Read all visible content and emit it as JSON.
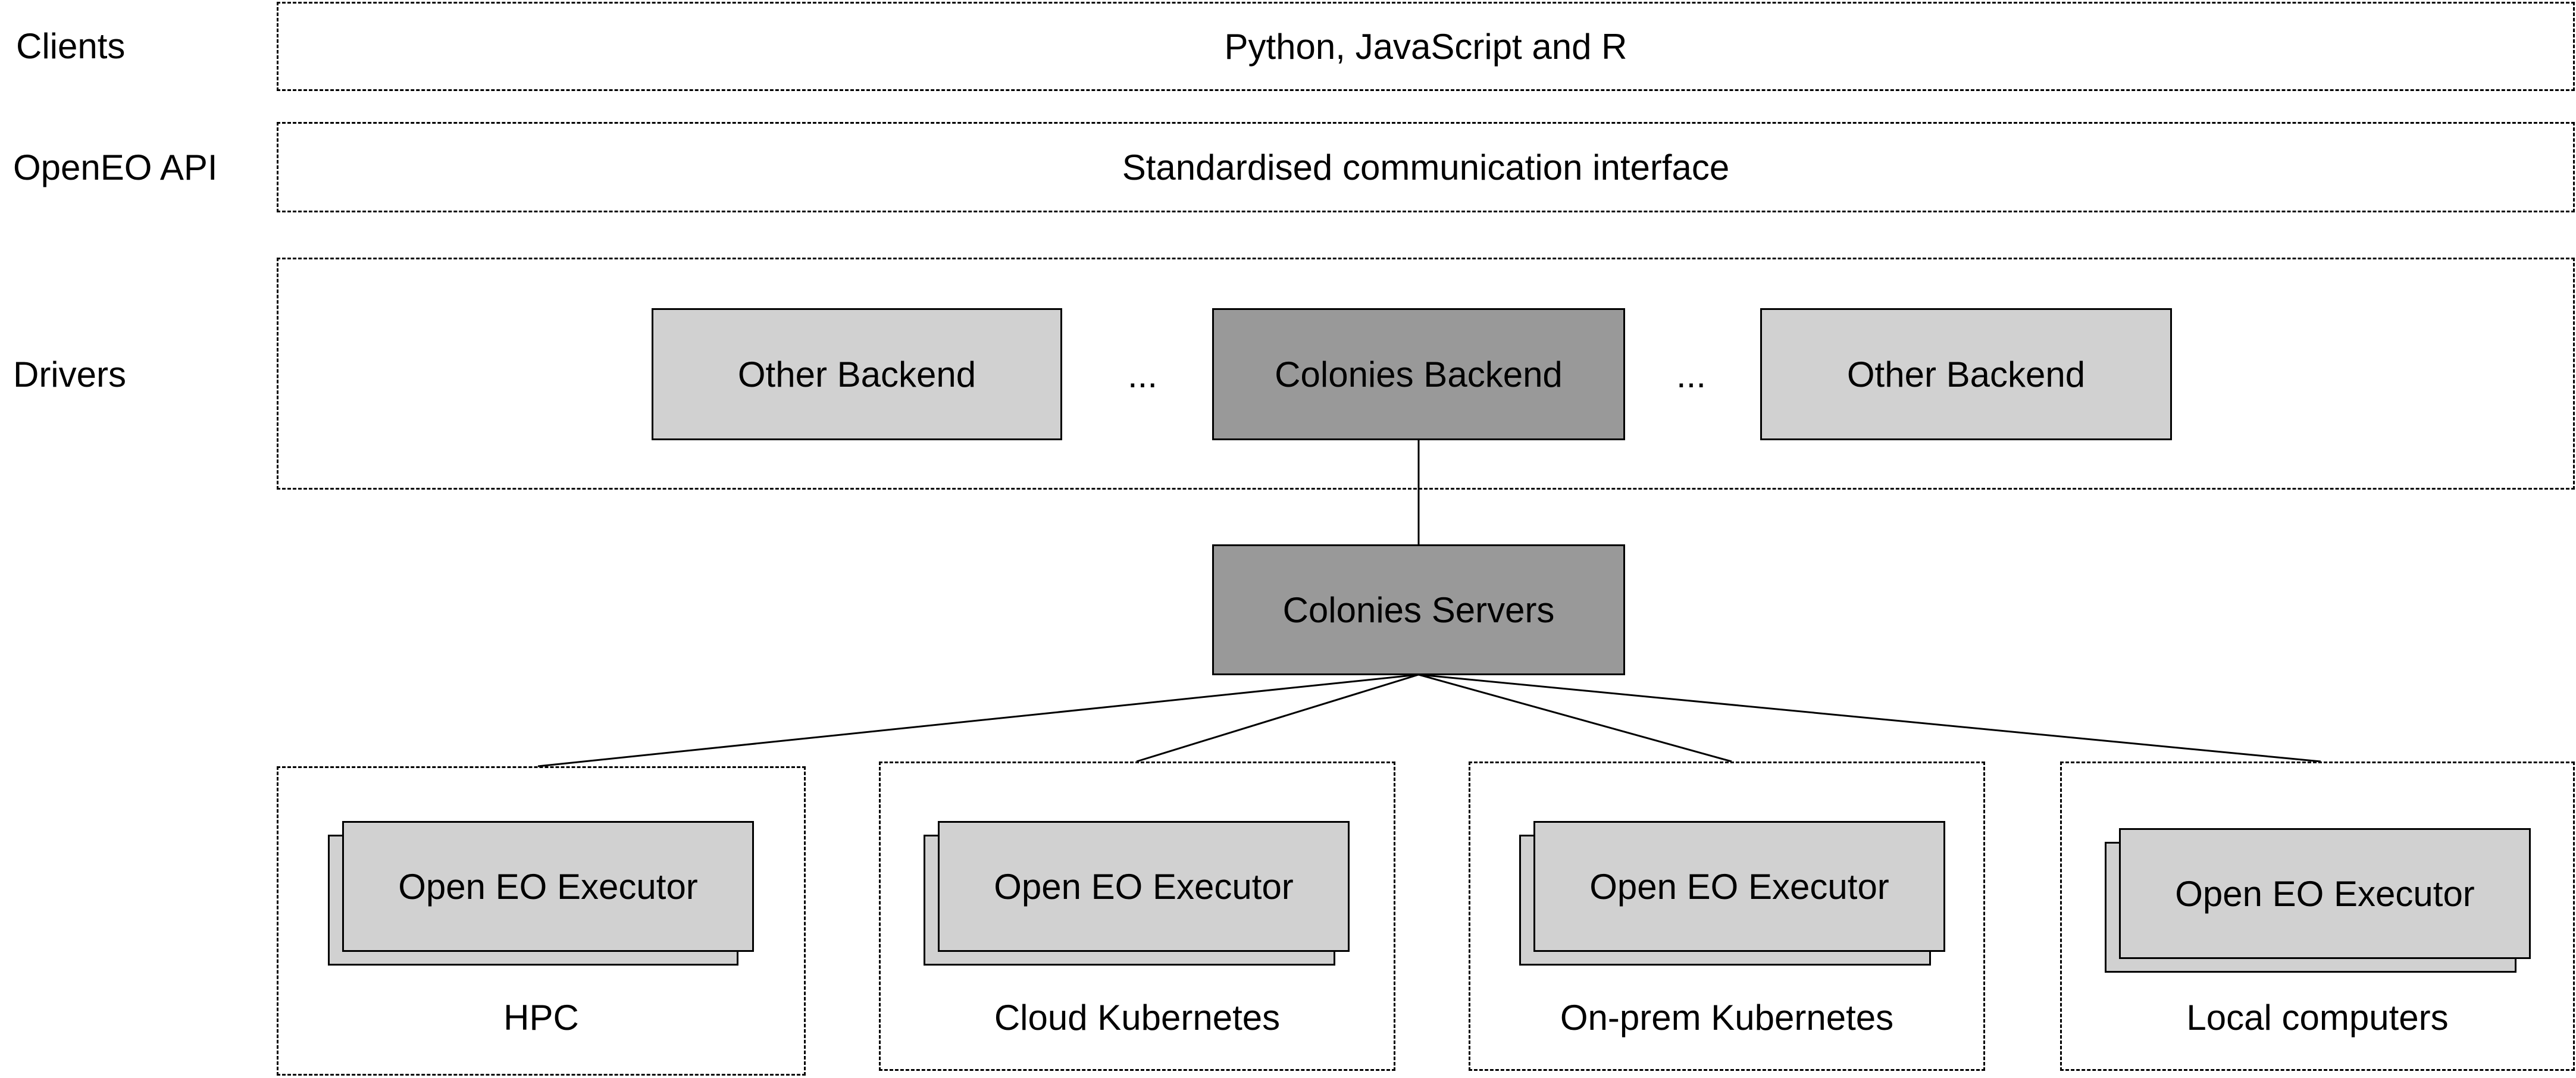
{
  "layers": {
    "clients": {
      "label": "Clients",
      "content": "Python, JavaScript and R"
    },
    "api": {
      "label": "OpenEO API",
      "content": "Standardised communication interface"
    },
    "drivers": {
      "label": "Drivers",
      "backend_left": "Other Backend",
      "ellipsis_left": "...",
      "backend_center": "Colonies Backend",
      "ellipsis_right": "...",
      "backend_right": "Other Backend"
    }
  },
  "servers": {
    "label": "Colonies Servers"
  },
  "executors": [
    {
      "box": "Open EO Executor",
      "environment": "HPC"
    },
    {
      "box": "Open EO Executor",
      "environment": "Cloud Kubernetes"
    },
    {
      "box": "Open EO Executor",
      "environment": "On-prem Kubernetes"
    },
    {
      "box": "Open EO Executor",
      "environment": "Local computers"
    }
  ],
  "colors": {
    "light_box": "#d1d1d1",
    "dark_box": "#999999",
    "stroke": "#000000"
  }
}
